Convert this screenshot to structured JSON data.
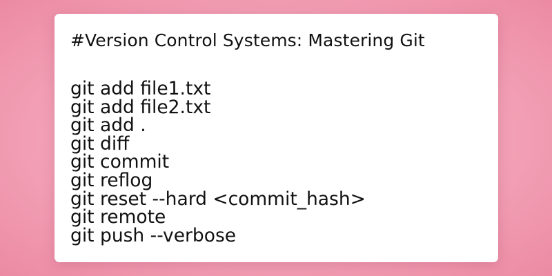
{
  "title": "#Version Control Systems: Mastering Git",
  "commands": [
    "git add file1.txt",
    "git add file2.txt",
    "git add .",
    "git diff",
    "git commit",
    "git reflog",
    "git reset --hard <commit_hash>",
    "git remote",
    "git push --verbose"
  ]
}
